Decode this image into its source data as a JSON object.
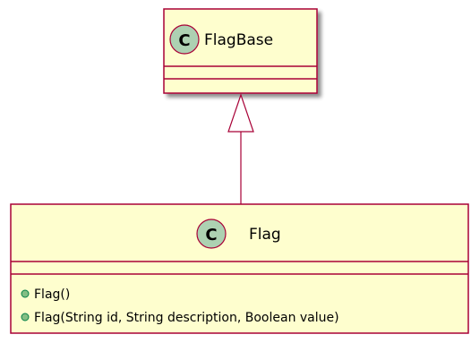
{
  "diagram": {
    "colors": {
      "class_fill": "#FEFECE",
      "class_border": "#A80036",
      "badge_fill": "#ADD1B2",
      "member_dot": "#84BE84",
      "shadow": "#bdbdbd"
    },
    "classes": [
      {
        "id": "flagbase",
        "stereotype_letter": "C",
        "name": "FlagBase",
        "fields": [],
        "methods": []
      },
      {
        "id": "flag",
        "stereotype_letter": "C",
        "name": "Flag",
        "fields": [],
        "methods": [
          {
            "visibility": "public",
            "signature": "Flag()"
          },
          {
            "visibility": "public",
            "signature": "Flag(String id, String description, Boolean value)"
          }
        ]
      }
    ],
    "relations": [
      {
        "type": "inheritance",
        "from": "flag",
        "to": "flagbase"
      }
    ]
  }
}
